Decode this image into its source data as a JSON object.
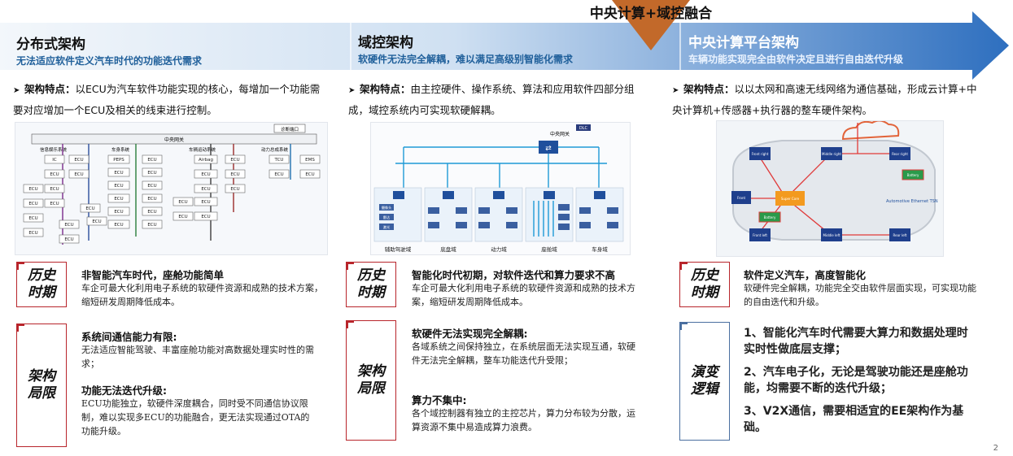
{
  "banner": {
    "center_tag": "中央计算+域控融合",
    "colors": {
      "arrow_light": "#e6eef7",
      "arrow_dark": "#2e6fbf",
      "wedge": "#c2692a"
    }
  },
  "columns": [
    {
      "title": "分布式架构",
      "subtitle": "无法适应软件定义汽车时代的功能迭代需求",
      "feature_label": "架构特点：",
      "feature_text": "以ECU为汽车软件功能实现的核心，每增加一个功能需要对应增加一个ECU及相关的线束进行控制。",
      "diagram": {
        "gateway": "中央网关",
        "diag": "诊断端口",
        "groups": [
          "信息娱乐系统",
          "车身系统",
          "车辆运动系统",
          "动力总成系统"
        ],
        "labels": {
          "ic": "IC",
          "ecu": "ECU",
          "peps": "PEPS",
          "airbag": "Airbag",
          "tcu": "TCU",
          "ems": "EMS"
        }
      },
      "history_badge": "历史\n时期",
      "history_title": "非智能汽车时代，座舱功能简单",
      "history_text": "车企可最大化利用电子系统的软硬件资源和成熟的技术方案，缩短研发周期降低成本。",
      "limit_badge": "架构\n局限",
      "limits": [
        {
          "title": "系统间通信能力有限:",
          "text": "无法适应智能驾驶、丰富座舱功能对高数据处理实时性的需求；"
        },
        {
          "title": "功能无法迭代升级:",
          "text": "ECU功能独立，软硬件深度耦合，同时受不同通信协议限制，难以实现多ECU的功能融合，更无法实现通过OTA的功能升级。"
        }
      ]
    },
    {
      "title": "域控架构",
      "subtitle": "软硬件无法完全解耦，难以满足高级别智能化需求",
      "feature_label": "架构特点：",
      "feature_text": "由主控硬件、操作系统、算法和应用软件四部分组成，域控系统内可实现软硬解耦。",
      "diagram": {
        "gateway": "中央网关",
        "dlc": "DLC",
        "domains": [
          "辅助驾驶域",
          "底盘域",
          "动力域",
          "座舱域",
          "车身域"
        ],
        "unit_labels": [
          "摄像头",
          "雷达",
          "激光"
        ]
      },
      "history_badge": "历史\n时期",
      "history_title": "智能化时代初期，对软件迭代和算力要求不高",
      "history_text": "车企可最大化利用电子系统的软硬件资源和成熟的技术方案，缩短研发周期降低成本。",
      "limit_badge": "架构\n局限",
      "limits": [
        {
          "title": "软硬件无法实现完全解耦:",
          "text": "各域系统之间保持独立，在系统层面无法实现互通，软硬件无法完全解耦，整车功能迭代升受限；"
        },
        {
          "title": "算力不集中:",
          "text": "各个域控制器有独立的主控芯片，算力分布较为分散，运算资源不集中易造成算力浪费。"
        }
      ]
    },
    {
      "title": "中央计算平台架构",
      "subtitle": "车辆功能实现完全由软件决定且进行自由迭代升级",
      "feature_label": "架构特点：",
      "feature_text": "以以太网和高速无线网络为通信基础，形成云计算+中央计算机+传感器+执行器的整车硬件架构。",
      "diagram": {
        "nodes": [
          "Front right",
          "Middle right",
          "Rear right",
          "Front",
          "Super Core",
          "Front left",
          "Middle left",
          "Rear left"
        ],
        "battery": "Battery",
        "legend": "Automotive Ethernet TSN"
      },
      "history_badge": "历史\n时期",
      "history_title": "软件定义汽车，高度智能化",
      "history_text": "软硬件完全解耦，功能完全交由软件层面实现，可实现功能的自由迭代和升级。",
      "evo_badge": "演变\n逻辑",
      "evolution": [
        "1、智能化汽车时代需要大算力和数据处理时实时性做底层支撑；",
        "2、汽车电子化，无论是驾驶功能还是座舱功能，均需要不断的迭代升级；",
        "3、V2X通信，需要相适宜的EE架构作为基础。"
      ]
    }
  ],
  "page_number": "2"
}
